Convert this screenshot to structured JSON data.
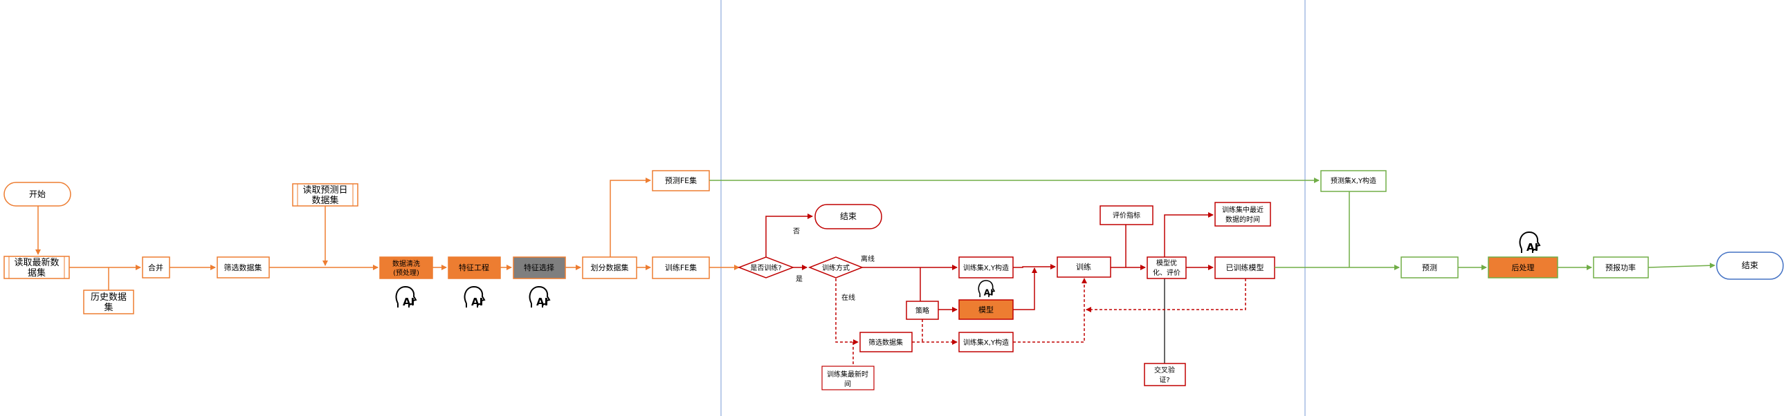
{
  "colors": {
    "orange_line": "#ed7d31",
    "orange_fill": "#ed7d31",
    "gray_fill": "#7f7f7f",
    "red_line": "#c00000",
    "green_line": "#70ad47",
    "blue_line": "#4472c4",
    "divider": "#8eaadb"
  },
  "nodes": {
    "start": "开始",
    "read_latest_1": "读取最新数",
    "read_latest_2": "据集",
    "history_1": "历史数据",
    "history_2": "集",
    "merge": "合并",
    "filter_data": "筛选数据集",
    "read_predict_day_1": "读取预测日",
    "read_predict_day_2": "数据集",
    "clean_1": "数据清洗",
    "clean_2": "(预处理)",
    "feature_eng": "特征工程",
    "feature_sel": "特征选择",
    "split": "划分数据集",
    "predict_fe": "预测FE集",
    "train_fe": "训练FE集",
    "end_top": "结束",
    "no_label": "否",
    "is_train": "是否训练?",
    "yes_label": "是",
    "train_mode": "训练方式",
    "offline_label": "离线",
    "online_label": "在线",
    "train_xy": "训练集X,Y构造",
    "strategy": "策略",
    "model": "模型",
    "filter_data2": "筛选数据集",
    "train_xy2": "训练集X,Y构造",
    "train_earliest_1": "训练集最新时",
    "train_earliest_2": "间",
    "eval_metric": "评价指标",
    "train": "训练",
    "optimize_1": "模型优",
    "optimize_2": "化、评价",
    "train_latest_1": "训练集中最近",
    "train_latest_2": "数据的时间",
    "trained_model": "已训练模型",
    "cross_val_1": "交叉验",
    "cross_val_2": "证?",
    "predict_xy": "预测集X,Y构造",
    "predict": "预测",
    "post_process": "后处理",
    "predict_power": "预报功率",
    "end_final": "结束",
    "ai_glyph": "AI"
  },
  "icons": [
    "ai-head-icon"
  ]
}
